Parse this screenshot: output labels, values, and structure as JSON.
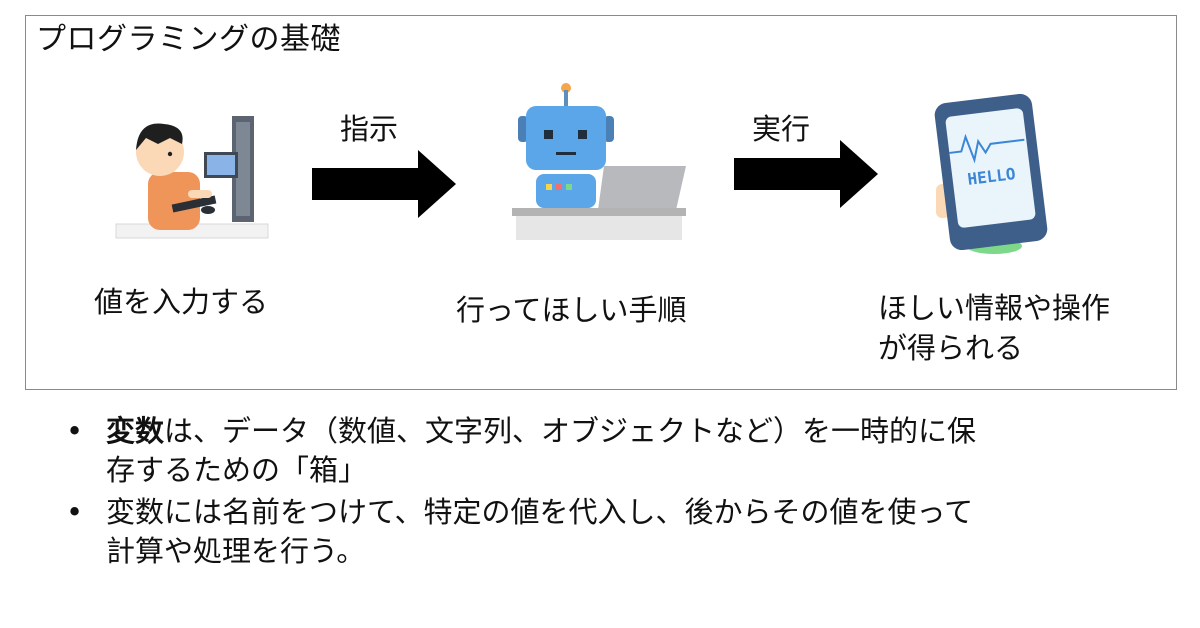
{
  "slide": {
    "title": "プログラミングの基礎",
    "steps": [
      {
        "label": "値を入力する",
        "icon": "person-at-computer-icon"
      },
      {
        "label": "行ってほしい手順",
        "icon": "robot-with-laptop-icon"
      },
      {
        "label_line1": "ほしい情報や操作",
        "label_line2": "が得られる",
        "icon": "smartphone-hello-icon"
      }
    ],
    "arrows": [
      {
        "label": "指示"
      },
      {
        "label": "実行"
      }
    ],
    "phone_text": "HELLO"
  },
  "bullets": [
    {
      "bold": "変数",
      "line1_rest": "は、データ（数値、文字列、オブジェクトなど）を一時的に保",
      "line2": "存するための「箱」"
    },
    {
      "line1": "変数には名前をつけて、特定の値を代入し、後からその値を使って",
      "line2": "計算や処理を行う。"
    }
  ],
  "colors": {
    "robot": "#5aa6e8",
    "shirt": "#f0955a",
    "phone": "#3d5f8a",
    "arrow": "#000000",
    "border": "#8a8a8a"
  }
}
